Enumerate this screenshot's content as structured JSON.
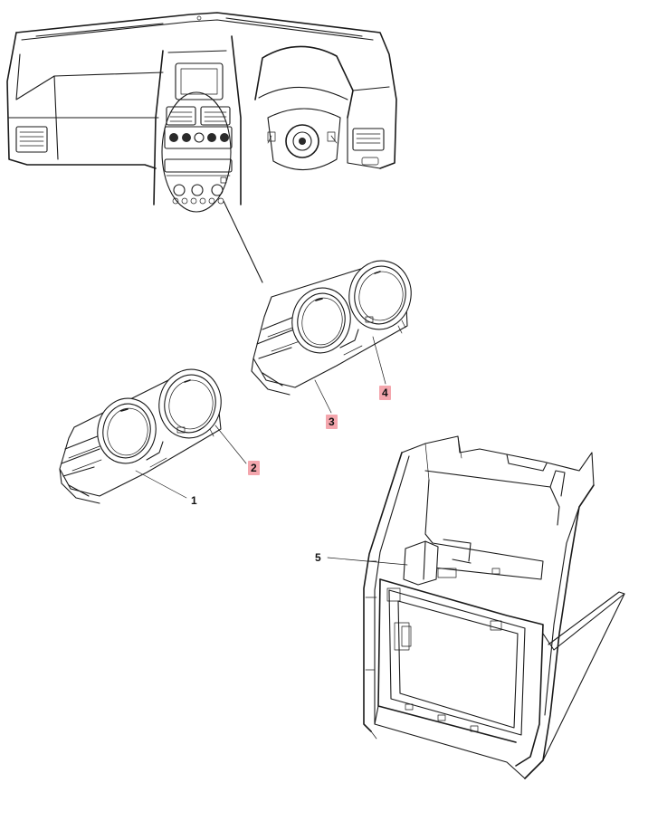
{
  "colors": {
    "highlight": "#f4a6ad",
    "line": "#1a1a1a"
  },
  "icons": [
    "dashboard-illustration",
    "control-module-illustration",
    "console-illustration"
  ],
  "callouts": [
    {
      "id": "1",
      "label": "1",
      "highlighted": false
    },
    {
      "id": "2",
      "label": "2",
      "highlighted": true
    },
    {
      "id": "3",
      "label": "3",
      "highlighted": true
    },
    {
      "id": "4",
      "label": "4",
      "highlighted": true
    },
    {
      "id": "5",
      "label": "5",
      "highlighted": false
    }
  ]
}
